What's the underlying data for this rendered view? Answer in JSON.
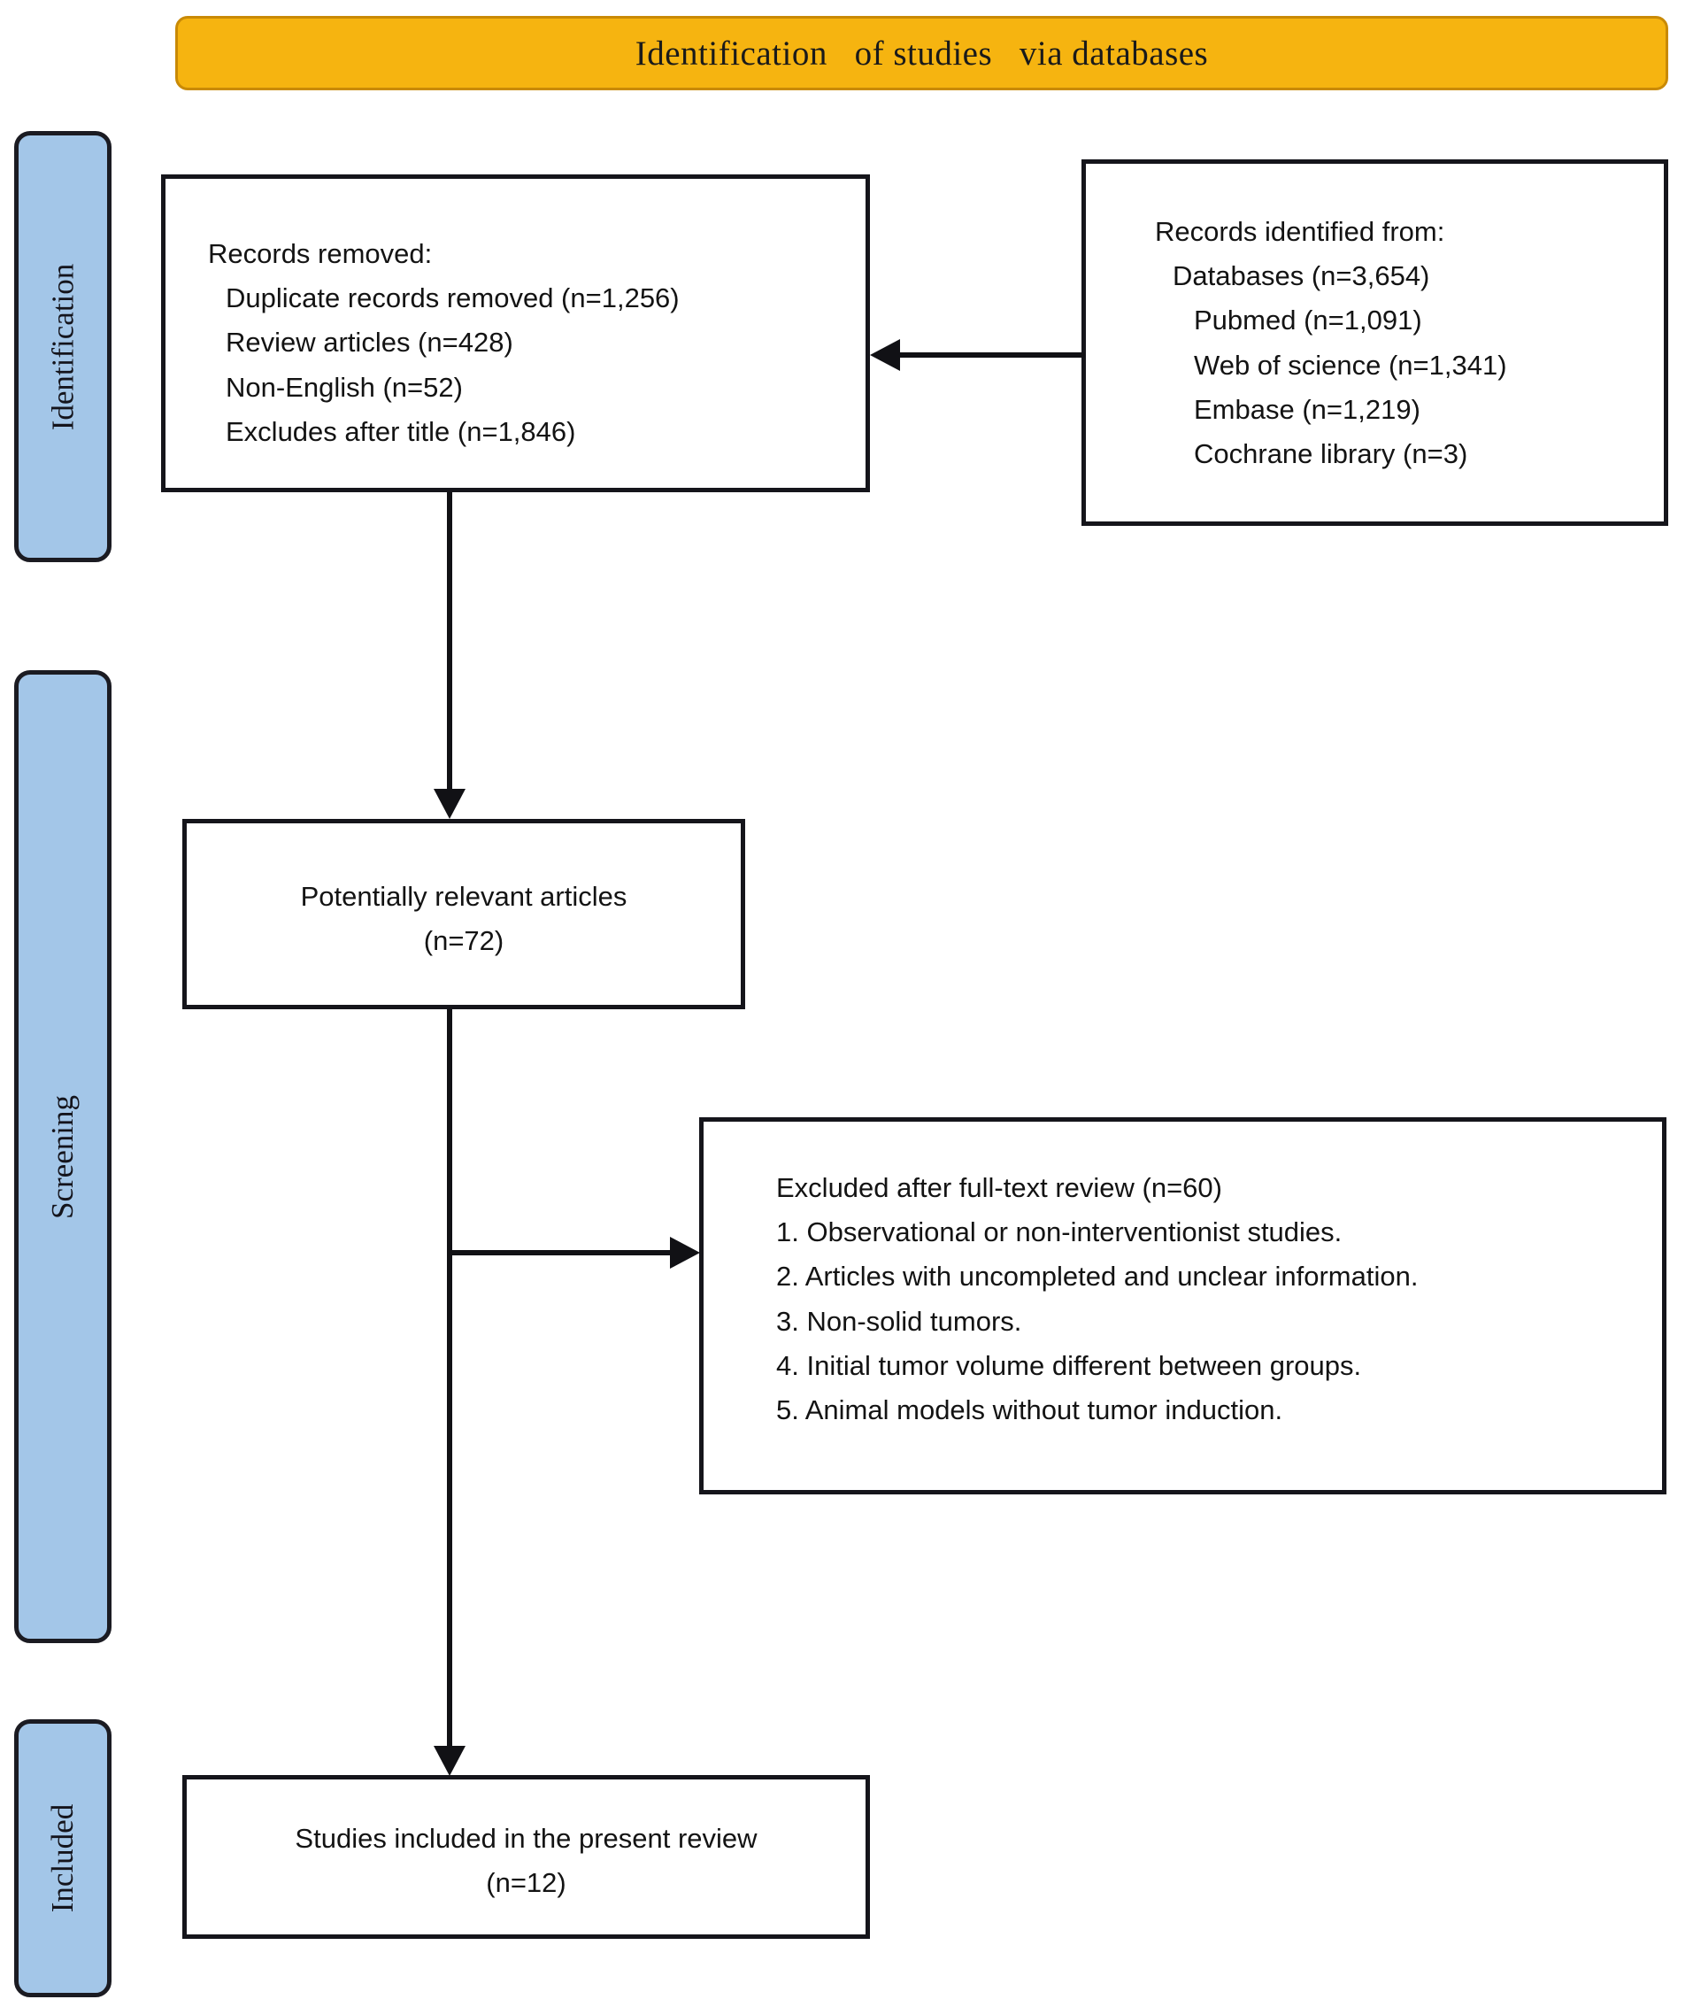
{
  "banner": {
    "title": "Identification   of studies   via databases"
  },
  "phases": [
    {
      "key": "identification",
      "label": "Identification"
    },
    {
      "key": "screening",
      "label": "Screening"
    },
    {
      "key": "included",
      "label": "Included"
    }
  ],
  "boxes": {
    "records_identified": {
      "heading": "Records identified from:",
      "lines": [
        "Databases (n=3,654)",
        "Pubmed (n=1,091)",
        "Web of science (n=1,341)",
        "Embase (n=1,219)",
        "Cochrane library (n=3)"
      ]
    },
    "records_removed": {
      "heading": "Records removed:",
      "lines": [
        "Duplicate records removed (n=1,256)",
        "Review articles (n=428)",
        "Non-English (n=52)",
        "Excludes after title (n=1,846)"
      ]
    },
    "potentially_relevant": {
      "line1": "Potentially relevant articles",
      "line2": "(n=72)"
    },
    "excluded_full_text": {
      "heading": "Excluded after full-text review (n=60)",
      "lines": [
        "1. Observational or non-interventionist studies.",
        "2. Articles with uncompleted and unclear information.",
        "3. Non-solid tumors.",
        "4. Initial tumor volume different between groups.",
        "5. Animal models without tumor induction."
      ]
    },
    "included_studies": {
      "line1": "Studies included in the present review",
      "line2": "(n=12)"
    }
  },
  "colors": {
    "banner_fill": "#F6B410",
    "banner_border": "#C98A06",
    "phase_fill": "#A3C6E8",
    "stroke": "#15151b",
    "background": "#ffffff"
  }
}
